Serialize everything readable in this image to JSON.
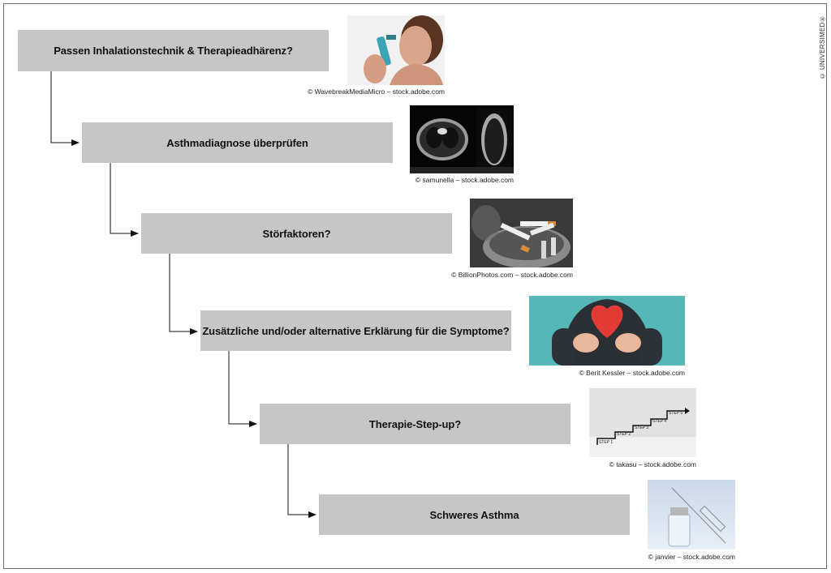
{
  "steps": [
    {
      "label": "Passen Inhalationstechnik & Therapieadhärenz?"
    },
    {
      "label": "Asthmadiagnose überprüfen"
    },
    {
      "label": "Störfaktoren?"
    },
    {
      "label": "Zusätzliche und/oder alternative Erklärung für die Symptome?"
    },
    {
      "label": "Therapie-Step-up?"
    },
    {
      "label": "Schweres Asthma"
    }
  ],
  "credits": [
    "© WavebreakMediaMicro – stock.adobe.com",
    "© samunella – stock.adobe.com",
    "© BillionPhotos.com – stock.adobe.com",
    "© Berit Kessler – stock.adobe.com",
    "© takasu – stock.adobe.com",
    "© janvier – stock.adobe.com"
  ],
  "stair_labels": [
    "STEP 1",
    "STEP 2",
    "STEP 3",
    "STEP 4",
    "STEP 5"
  ],
  "brand": "© UNIVERSIMED®",
  "colors": {
    "box": "#c6c6c6",
    "arrow": "#111111",
    "frame": "#6f6f6f"
  }
}
